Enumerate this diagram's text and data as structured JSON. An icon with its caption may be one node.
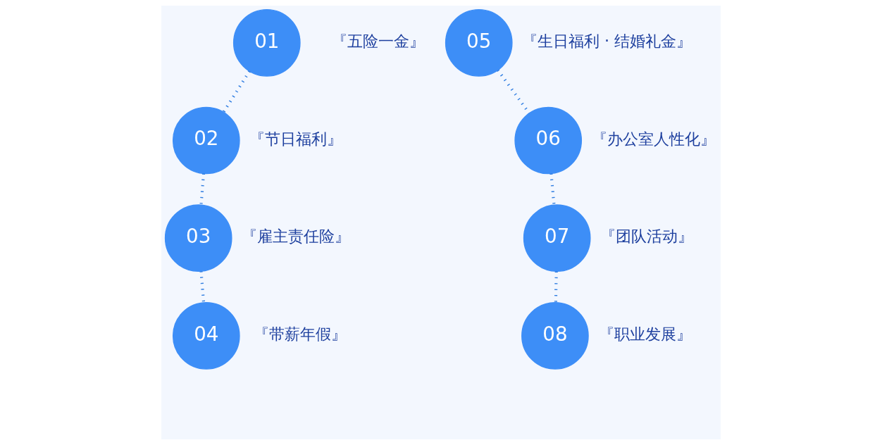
{
  "diagram": {
    "nodes": [
      {
        "text": [
          "01"
        ],
        "beside": [
          "『五险一金』"
        ]
      },
      {
        "text": [
          "02"
        ],
        "beside": [
          "『节日福利』"
        ]
      },
      {
        "text": [
          "03"
        ],
        "beside": [
          "『雇主责任险』"
        ]
      },
      {
        "text": [
          "04"
        ],
        "beside": [
          "『带薪年假』"
        ]
      },
      {
        "text": [
          "05"
        ],
        "beside": [
          "『生日福利 · 结婚礼金』"
        ]
      },
      {
        "text": [
          "06"
        ],
        "beside": [
          "『办公室人性化』"
        ]
      },
      {
        "text": [
          "07"
        ],
        "beside": [
          "『团队活动』"
        ]
      },
      {
        "text": [
          "08"
        ],
        "beside": [
          "『职业发展』"
        ]
      }
    ],
    "edges": [
      {
        "from": 0,
        "to": 1,
        "arrow": "none",
        "style": "dashed"
      },
      {
        "from": 1,
        "to": 2,
        "arrow": "none",
        "style": "dashed"
      },
      {
        "from": 2,
        "to": 3,
        "arrow": "none",
        "style": "dashed"
      },
      {
        "from": 4,
        "to": 5,
        "arrow": "none",
        "style": "dashed"
      },
      {
        "from": 5,
        "to": 6,
        "arrow": "none",
        "style": "dashed"
      },
      {
        "from": 6,
        "to": 7,
        "arrow": "none",
        "style": "dashed"
      }
    ]
  }
}
